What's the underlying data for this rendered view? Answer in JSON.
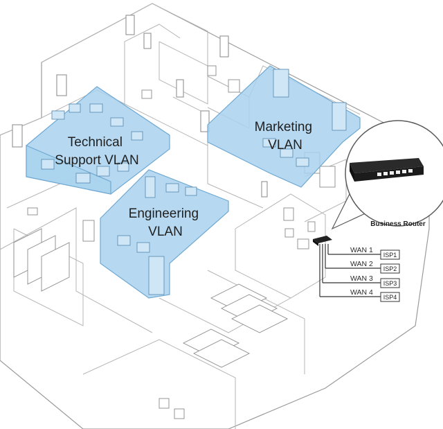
{
  "zones": {
    "technical_support": {
      "line1": "Technical",
      "line2": "Support VLAN"
    },
    "engineering": {
      "line1": "Engineering",
      "line2": "VLAN"
    },
    "marketing": {
      "line1": "Marketing",
      "line2": "VLAN"
    }
  },
  "router": {
    "caption": "Business Router"
  },
  "wan_links": [
    {
      "wan": "WAN 1",
      "isp": "ISP1"
    },
    {
      "wan": "WAN 2",
      "isp": "ISP2"
    },
    {
      "wan": "WAN 3",
      "isp": "ISP3"
    },
    {
      "wan": "WAN 4",
      "isp": "ISP4"
    }
  ],
  "colors": {
    "vlan_fill": "#a9d2ee",
    "vlan_stroke": "#6fa8d1",
    "router_body": "#1b1b1b"
  }
}
